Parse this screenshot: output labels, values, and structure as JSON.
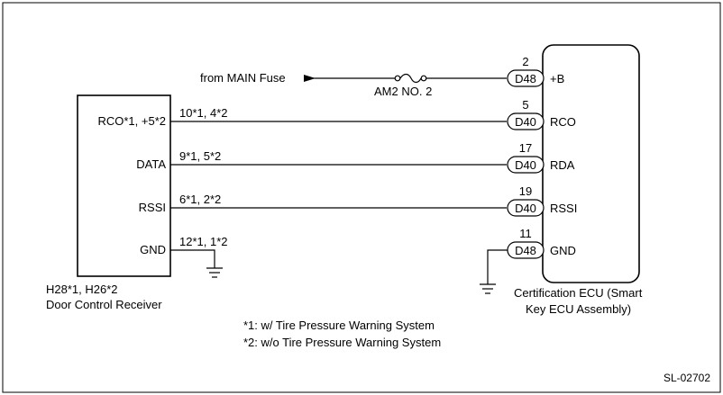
{
  "source_label": "from MAIN Fuse",
  "fuse_label": "AM2 NO. 2",
  "receiver": {
    "pins": [
      "RCO*1, +5*2",
      "DATA",
      "RSSI",
      "GND"
    ],
    "wire_labels": [
      "10*1, 4*2",
      "9*1, 5*2",
      "6*1, 2*2",
      "12*1, 1*2"
    ],
    "name_line1": "H28*1, H26*2",
    "name_line2": "Door Control Receiver"
  },
  "ecu": {
    "connectors": [
      "D48",
      "D40",
      "D40",
      "D40",
      "D48"
    ],
    "pin_numbers": [
      "2",
      "5",
      "17",
      "19",
      "11"
    ],
    "terminals": [
      "+B",
      "RCO",
      "RDA",
      "RSSI",
      "GND"
    ],
    "name_line1": "Certification ECU (Smart",
    "name_line2": "Key ECU Assembly)"
  },
  "notes": [
    "*1: w/ Tire Pressure Warning System",
    "*2: w/o Tire Pressure Warning System"
  ],
  "figure_id": "SL-02702"
}
